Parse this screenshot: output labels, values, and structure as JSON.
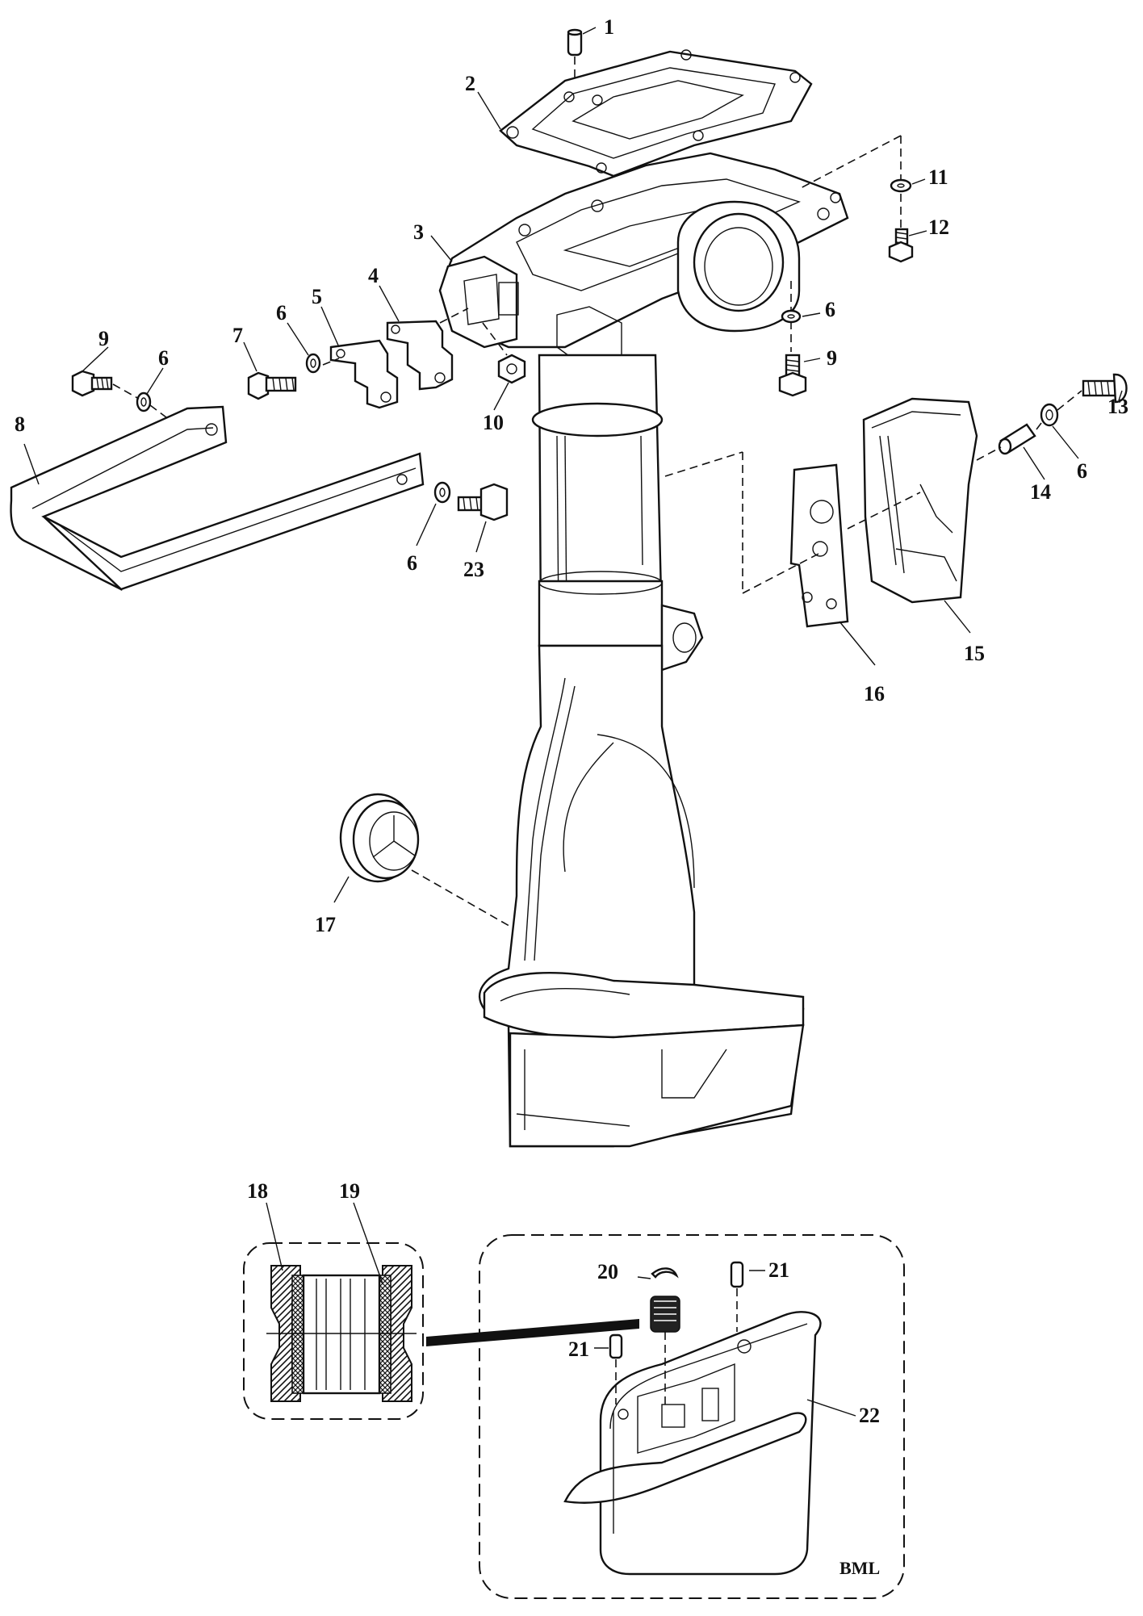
{
  "diagram": {
    "brand_mark": "BML",
    "callouts": [
      {
        "id": "c1",
        "label": "1"
      },
      {
        "id": "c2",
        "label": "2"
      },
      {
        "id": "c3",
        "label": "3"
      },
      {
        "id": "c4",
        "label": "4"
      },
      {
        "id": "c5",
        "label": "5"
      },
      {
        "id": "c6a",
        "label": "6"
      },
      {
        "id": "c6b",
        "label": "6"
      },
      {
        "id": "c6c",
        "label": "6"
      },
      {
        "id": "c6d",
        "label": "6"
      },
      {
        "id": "c6e",
        "label": "6"
      },
      {
        "id": "c7",
        "label": "7"
      },
      {
        "id": "c8",
        "label": "8"
      },
      {
        "id": "c9a",
        "label": "9"
      },
      {
        "id": "c9b",
        "label": "9"
      },
      {
        "id": "c10",
        "label": "10"
      },
      {
        "id": "c11",
        "label": "11"
      },
      {
        "id": "c12",
        "label": "12"
      },
      {
        "id": "c13",
        "label": "13"
      },
      {
        "id": "c14",
        "label": "14"
      },
      {
        "id": "c15",
        "label": "15"
      },
      {
        "id": "c16",
        "label": "16"
      },
      {
        "id": "c17",
        "label": "17"
      },
      {
        "id": "c18",
        "label": "18"
      },
      {
        "id": "c19",
        "label": "19"
      },
      {
        "id": "c20",
        "label": "20"
      },
      {
        "id": "c21a",
        "label": "21"
      },
      {
        "id": "c21b",
        "label": "21"
      },
      {
        "id": "c22",
        "label": "22"
      },
      {
        "id": "c23",
        "label": "23"
      }
    ]
  }
}
